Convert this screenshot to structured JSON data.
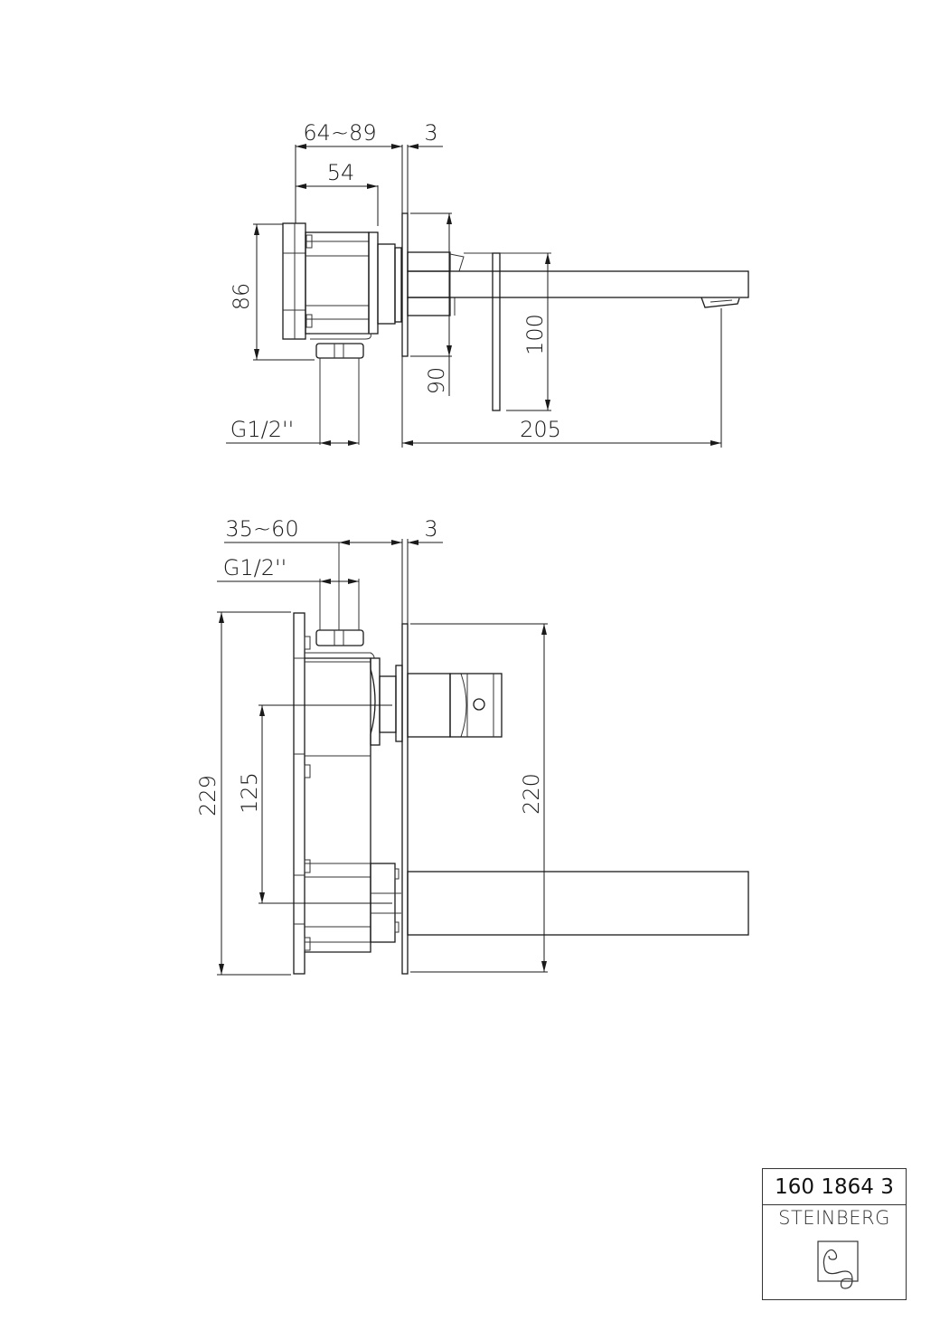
{
  "drawing": {
    "type": "technical-dimension-drawing",
    "subject": "Wall-mounted basin mixer with concealed body",
    "units": "mm",
    "views": [
      {
        "name": "side-view",
        "dimensions": {
          "installation_depth": "64~89",
          "body_depth": "54",
          "plate_thickness": "3",
          "body_height": "86",
          "plate_height": "90",
          "lever_height": "100",
          "spout_projection": "205",
          "connection": "G1/2''"
        }
      },
      {
        "name": "front-view",
        "dimensions": {
          "installation_depth": "35~60",
          "plate_thickness": "3",
          "connection": "G1/2''",
          "body_height": "229",
          "axis_distance": "125",
          "plate_height": "220"
        }
      }
    ]
  },
  "title_block": {
    "article_number": "160 1864 3",
    "brand": "STEINBERG",
    "logo": "steinberg-logo-icon"
  }
}
